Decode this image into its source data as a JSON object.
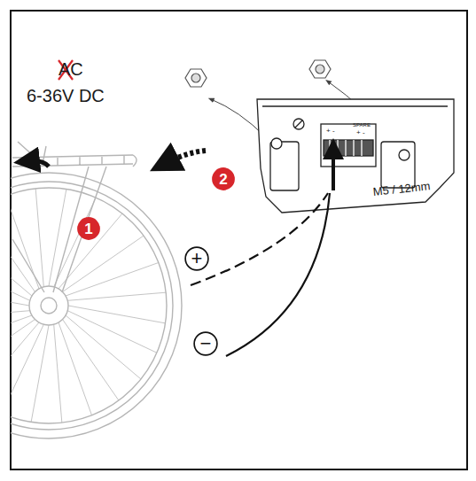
{
  "diagram": {
    "nodes": [
      {
        "text": [
          "1"
        ]
      },
      {
        "text": [
          "2"
        ]
      },
      {
        "text": [
          "+"
        ]
      },
      {
        "text": [
          "−"
        ]
      }
    ],
    "labels": [
      "AC",
      "6-36V DC",
      "M5 / 12mm",
      "+ -",
      "SPARE",
      "+ -"
    ]
  }
}
